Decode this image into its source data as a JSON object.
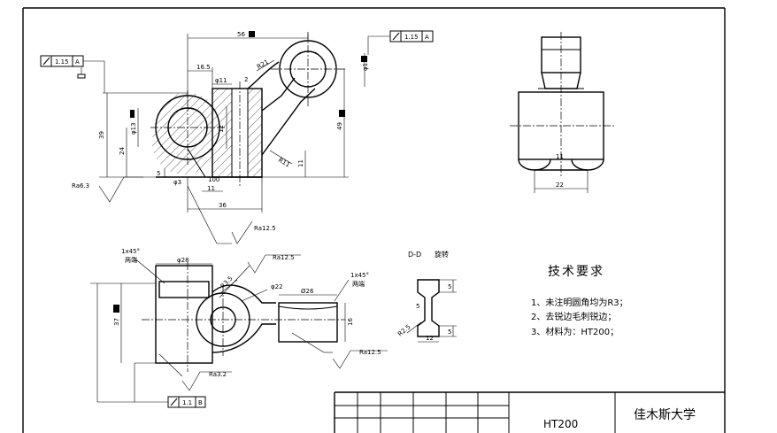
{
  "dims": {
    "d56": "56",
    "d16_5": "16.5",
    "r21": "R21",
    "phi11": "φ11",
    "d2": "2",
    "phi15_b": "φ15",
    "d39": "39",
    "d24": "24",
    "phi13": "φ13",
    "d12": "12",
    "d5": "5",
    "d11_a": "11",
    "d100": "100",
    "phi3": "φ3",
    "d36": "36",
    "d49": "49",
    "d11_b": "11",
    "r11": "R11",
    "d11_c": "11",
    "d22": "22",
    "phi28": "φ28",
    "r3_5": "R3.5",
    "phi22": "φ22",
    "phi26": "Ø26",
    "d16": "16",
    "d37": "37",
    "d5_a": "5",
    "d5_b": "5",
    "d5_c": "5",
    "d12_b": "12",
    "r2_5": "R2.5"
  },
  "tolerances": {
    "top_right": {
      "value": "1.15",
      "datum": "A"
    },
    "top_left": {
      "value": "1.15",
      "datum": "A"
    },
    "bottom": {
      "value": "1.1",
      "datum": "B"
    }
  },
  "roughness": {
    "ra6_3": "Ra6.3",
    "ra12_5_top": "Ra12.5",
    "ra12_5_mid": "Ra12.5",
    "ra12_5_bottom": "Ra12.5",
    "ra3_2": "Ra3.2"
  },
  "chamfer": {
    "label": "1x45°",
    "note": "两端"
  },
  "section": {
    "label": "D-D",
    "rotated": "旋转"
  },
  "tech": {
    "heading": "技术要求",
    "items": [
      "1、未注明圆角均为R3；",
      "2、去锐边毛刺锐边；",
      "3、材料为：HT200；"
    ]
  },
  "title_block": {
    "material": "HT200",
    "school": "佳木斯大学"
  }
}
